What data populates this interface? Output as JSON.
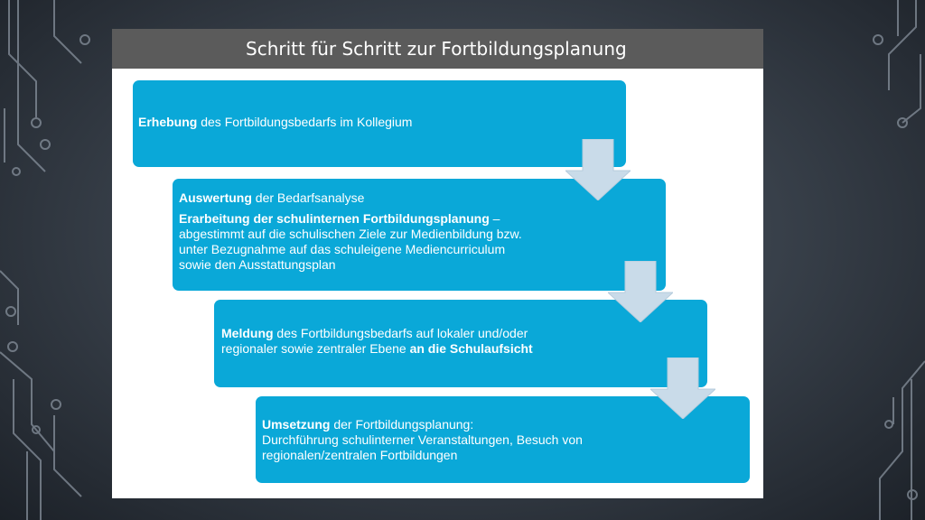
{
  "slide": {
    "title": "Schritt für Schritt zur Fortbildungsplanung"
  },
  "steps": [
    {
      "bold": "Erhebung",
      "text": " des Fortbildungsbedarfs im Kollegium"
    },
    {
      "line1_bold": "Auswertung",
      "line1_text": " der Bedarfsanalyse",
      "line2_bold": "Erarbeitung der schulinternen Fortbildungsplanung",
      "line2_text": " – abgestimmt auf die schulischen Ziele zur Medienbildung bzw. unter Bezugnahme auf das schuleigene Mediencurriculum sowie den Ausstattungsplan"
    },
    {
      "bold": "Meldung",
      "text": " des Fortbildungsbedarfs auf lokaler und/oder regionaler sowie zentraler Ebene ",
      "bold_end": "an die Schulaufsicht"
    },
    {
      "bold": "Umsetzung",
      "text": " der Fortbildungsplanung:",
      "text2": "Durchführung schulinterner Veranstaltungen,  Besuch von regionalen/zentralen Fortbildungen"
    }
  ],
  "colors": {
    "step_fill": "#0aa8d8",
    "arrow_fill": "#c9dbe9",
    "header_fill": "#5b5b5b"
  }
}
